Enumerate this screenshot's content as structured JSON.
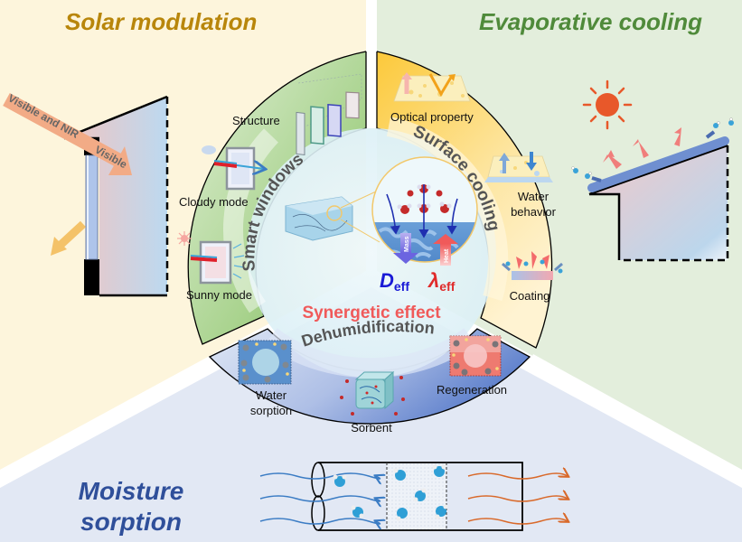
{
  "quadrants": {
    "solar": {
      "title": "Solar modulation",
      "color": "#b8860b",
      "bg": "#fdf5dc"
    },
    "evaporative": {
      "title": "Evaporative cooling",
      "color": "#4f8a3a",
      "bg": "#e3eedc"
    },
    "moisture": {
      "title_line1": "Moisture",
      "title_line2": "sorption",
      "color": "#2f4f9a",
      "bg": "#e2e8f4"
    }
  },
  "solar_panel": {
    "arrow_label_a": "Visible and NIR",
    "arrow_label_b": "Visible"
  },
  "ring": {
    "left": {
      "title": "Smart windows",
      "items": [
        "Structure",
        "Cloudy mode",
        "Sunny mode"
      ]
    },
    "right": {
      "title": "Surface cooling",
      "items": [
        "Optical property",
        "Water",
        "behavior",
        "Coating"
      ]
    },
    "bottom": {
      "title": "Dehumidification",
      "items": [
        "Water",
        "sorption",
        "Sorbent",
        "Regeneration"
      ]
    }
  },
  "center": {
    "title": "Synergetic effect",
    "mass_label": "Mass",
    "heat_label": "Heat",
    "d_symbol": "D",
    "lambda_symbol": "λ",
    "subscript": "eff"
  },
  "colors": {
    "green_ring": "#8dc26f",
    "yellow_ring": "#fcd35a",
    "blue_ring": "#6f8fd0",
    "center_bg": "#e6f4f8",
    "accent_red": "#f05a5a",
    "accent_blue": "#1a1ad6",
    "sun": "#e8582a"
  }
}
